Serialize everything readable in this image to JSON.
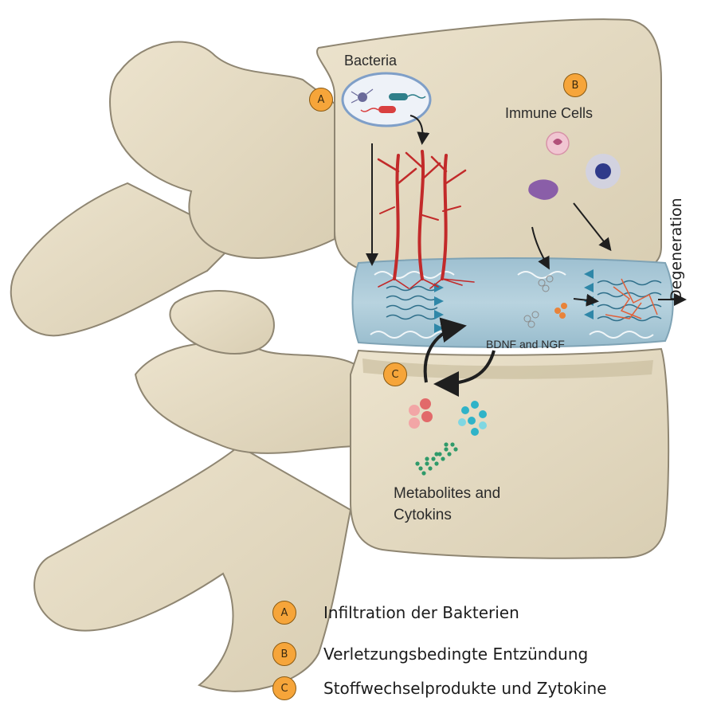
{
  "labels": {
    "bacteria": "Bacteria",
    "immune_cells": "Immune Cells",
    "bdnf_ngf": "BDNF and NGF",
    "metabolites_line1": "Metabolites and",
    "metabolites_line2": "Cytokins",
    "degeneration": "Degeneration"
  },
  "badges": {
    "a": "A",
    "b": "B",
    "c": "C"
  },
  "legend": [
    {
      "key": "A",
      "text": "Infiltration der Bakterien"
    },
    {
      "key": "B",
      "text": "Verletzungsbedingte Entzündung"
    },
    {
      "key": "C",
      "text": "Stoffwechselprodukte und Zytokine"
    }
  ],
  "colors": {
    "bone": "#e6dcc4",
    "bone_outline": "#8f8672",
    "disc": "#a9c8d8",
    "vessel": "#c22a2a",
    "badge": "#f6a53a"
  }
}
